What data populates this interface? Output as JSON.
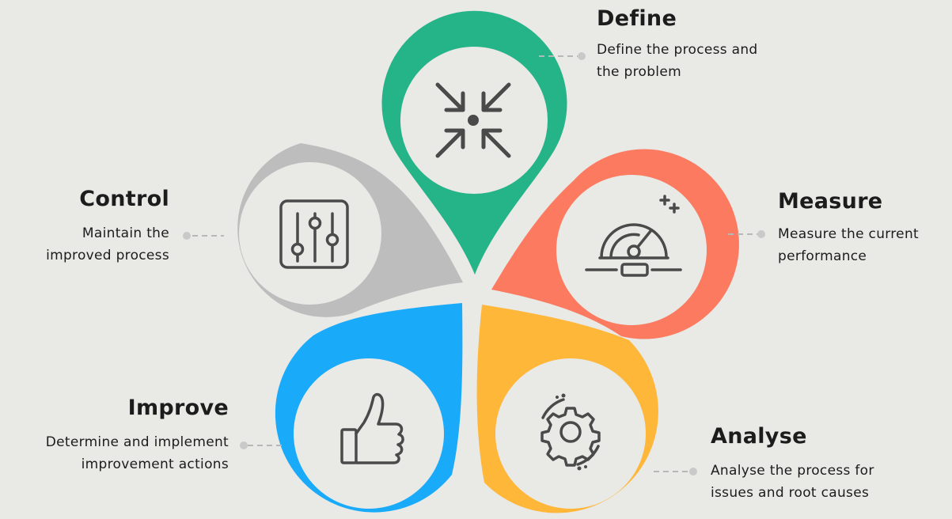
{
  "colors": {
    "define": "#25b388",
    "measure": "#fc7b60",
    "control": "#bdbdbd",
    "improve": "#19aafa",
    "analyse": "#ffb73a",
    "icon": "#4a4a4a",
    "background": "#e9e9e6"
  },
  "steps": [
    {
      "key": "define",
      "title": "Define",
      "desc_lines": [
        "Define the process and",
        "the problem"
      ],
      "icon": "collapse-arrows-icon"
    },
    {
      "key": "measure",
      "title": "Measure",
      "desc_lines": [
        "Measure the current",
        "performance"
      ],
      "icon": "gauge-icon"
    },
    {
      "key": "analyse",
      "title": "Analyse",
      "desc_lines": [
        "Analyse the process for",
        "issues and root causes"
      ],
      "icon": "gear-cycle-icon"
    },
    {
      "key": "improve",
      "title": "Improve",
      "desc_lines": [
        "Determine and implement",
        "improvement actions"
      ],
      "icon": "thumbs-up-icon"
    },
    {
      "key": "control",
      "title": "Control",
      "desc_lines": [
        "Maintain the",
        "improved process"
      ],
      "icon": "sliders-icon"
    }
  ]
}
